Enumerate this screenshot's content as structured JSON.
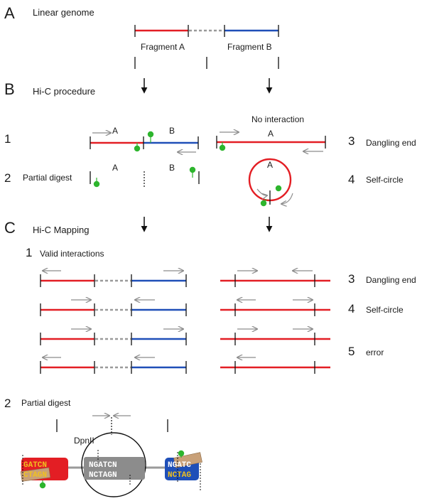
{
  "section_a": {
    "letter": "A",
    "title": "Linear genome",
    "fragment_a": "Fragment A",
    "fragment_b": "Fragment B"
  },
  "section_b": {
    "letter": "B",
    "title": "Hi-C procedure",
    "no_interaction": "No interaction",
    "num1": "1",
    "num2": "2",
    "num3": "3",
    "num4": "4",
    "frag_a": "A",
    "frag_b": "B",
    "partial_digest": "Partial digest",
    "dangling_end": "Dangling end",
    "self_circle": "Self-circle"
  },
  "section_c": {
    "letter": "C",
    "title": "Hi-C Mapping",
    "num1": "1",
    "valid_interactions": "Valid interactions",
    "num3": "3",
    "dangling_end": "Dangling end",
    "num4": "4",
    "self_circle": "Self-circle",
    "num5": "5",
    "error": "error",
    "num2": "2",
    "partial_digest": "Partial digest",
    "enzyme": "DpnII",
    "seq_left_top": "GATCN",
    "seq_left_bottom": "CTAGN",
    "seq_mid_top": "NGATCN",
    "seq_mid_bottom": "NCTAGN",
    "seq_right_top": "NGATC",
    "seq_right_bottom": "NCTAG"
  },
  "colors": {
    "fragment_a": "#e31e24",
    "fragment_b": "#1f4fb8",
    "link": "#9a9a9a",
    "biotin": "#2db52d",
    "arrow": "#8c8c8c"
  }
}
